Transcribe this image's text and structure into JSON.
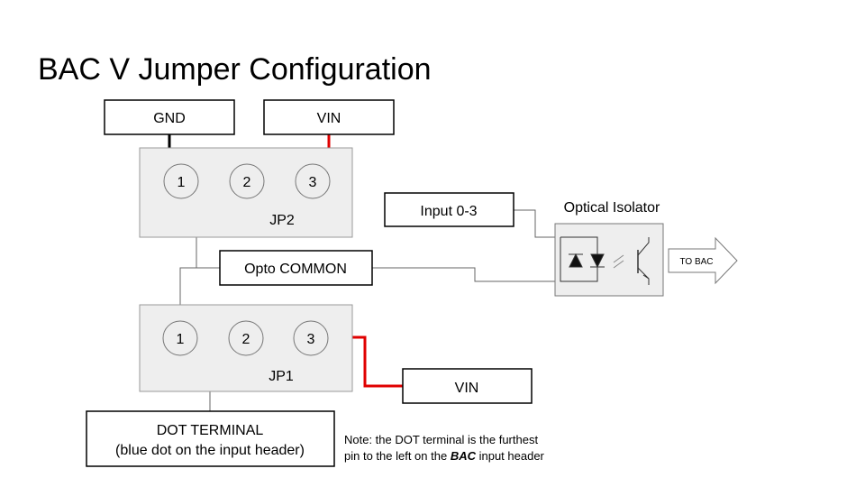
{
  "title": "BAC V Jumper Configuration",
  "boxes": {
    "gnd": "GND",
    "vin_top": "VIN",
    "input": "Input 0-3",
    "opto_common": "Opto COMMON",
    "vin_bottom": "VIN",
    "dot_line1": "DOT TERMINAL",
    "dot_line2": "(blue dot on the input header)"
  },
  "jp2": {
    "label": "JP2",
    "pins": [
      "1",
      "2",
      "3"
    ]
  },
  "jp1": {
    "label": "JP1",
    "pins": [
      "1",
      "2",
      "3"
    ]
  },
  "isolator": {
    "label": "Optical Isolator",
    "output": "TO BAC"
  },
  "note": {
    "line1": "Note: the DOT terminal is the furthest",
    "line2_pre": "pin to the left on the ",
    "line2_em": "BAC",
    "line2_post": " input header"
  },
  "colors": {
    "vin_wire": "#e00000",
    "gnd_wire": "#000000",
    "signal_wire": "#666666",
    "header_fill": "#eeeeee"
  }
}
